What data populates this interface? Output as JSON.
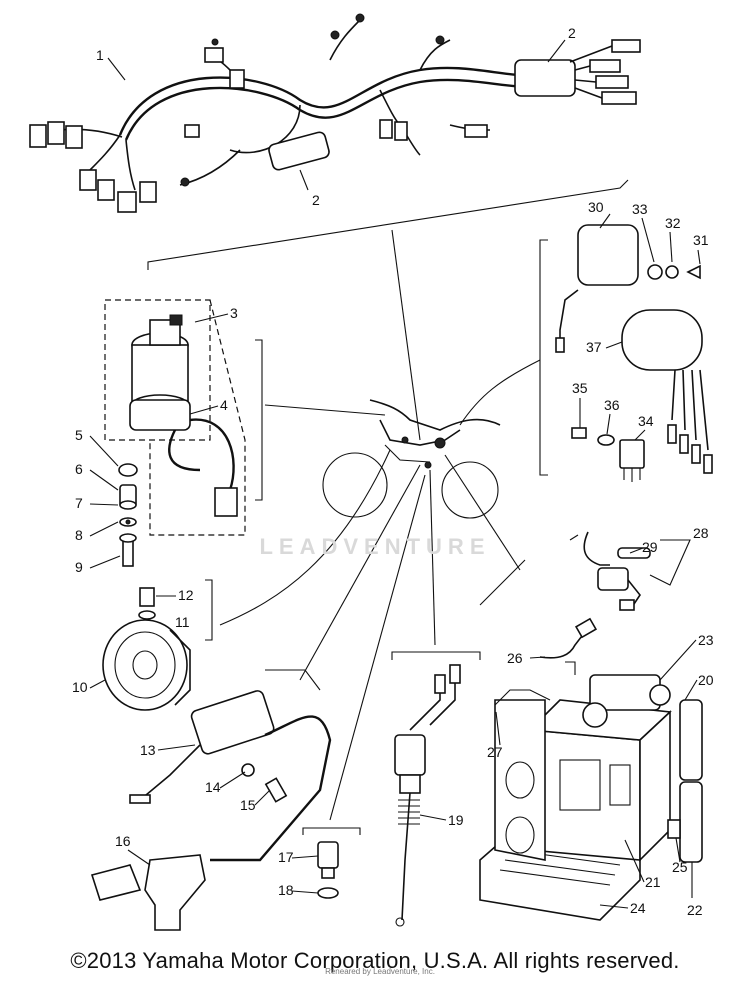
{
  "diagram": {
    "labels": [
      {
        "id": "1"
      },
      {
        "id": "2a",
        "text": "2"
      },
      {
        "id": "2b",
        "text": "2"
      },
      {
        "id": "3"
      },
      {
        "id": "4"
      },
      {
        "id": "5"
      },
      {
        "id": "6"
      },
      {
        "id": "7"
      },
      {
        "id": "8"
      },
      {
        "id": "9"
      },
      {
        "id": "10"
      },
      {
        "id": "11"
      },
      {
        "id": "12"
      },
      {
        "id": "13"
      },
      {
        "id": "14"
      },
      {
        "id": "15"
      },
      {
        "id": "16"
      },
      {
        "id": "17"
      },
      {
        "id": "18"
      },
      {
        "id": "19"
      },
      {
        "id": "20"
      },
      {
        "id": "21"
      },
      {
        "id": "22"
      },
      {
        "id": "23"
      },
      {
        "id": "24"
      },
      {
        "id": "25"
      },
      {
        "id": "26"
      },
      {
        "id": "27"
      },
      {
        "id": "28"
      },
      {
        "id": "29"
      },
      {
        "id": "30"
      },
      {
        "id": "31"
      },
      {
        "id": "32"
      },
      {
        "id": "33"
      },
      {
        "id": "34"
      },
      {
        "id": "35"
      },
      {
        "id": "36"
      },
      {
        "id": "37"
      }
    ],
    "watermark": "LEADVENTURE",
    "sub_watermark": "Reneared by Leadventure, Inc."
  },
  "footer": {
    "copyright": "©2013 Yamaha Motor Corporation, U.S.A. All rights reserved."
  }
}
